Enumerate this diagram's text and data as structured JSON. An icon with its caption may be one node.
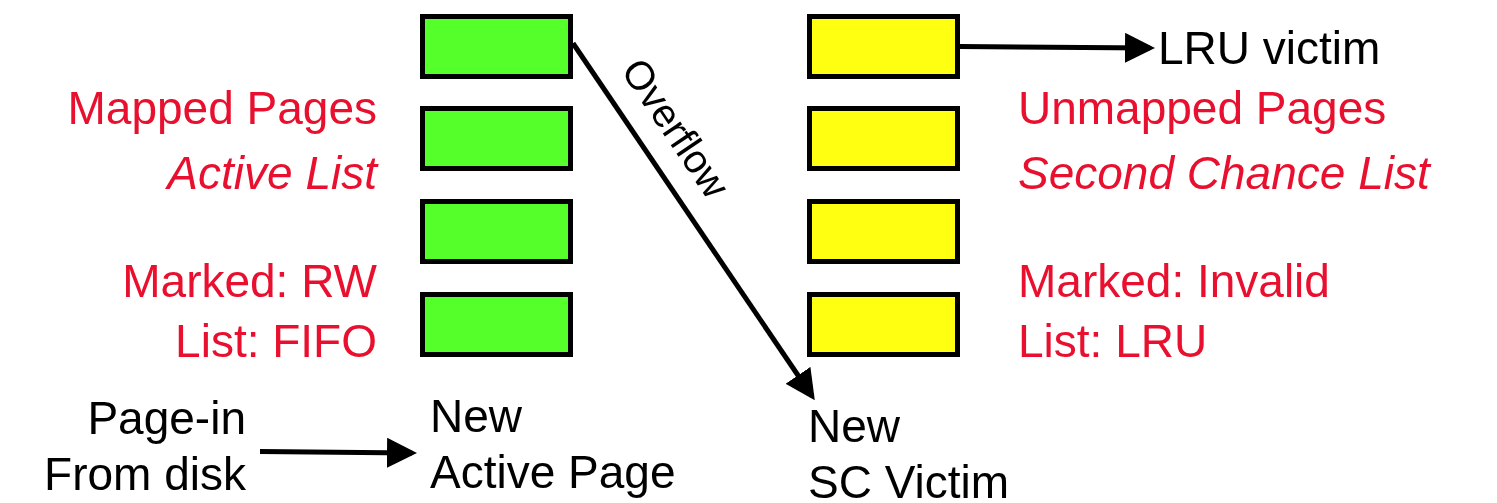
{
  "diagram": {
    "nodes": [
      {
        "text": [],
        "shape": "box"
      },
      {
        "text": [],
        "shape": "box"
      },
      {
        "text": [],
        "shape": "box"
      },
      {
        "text": [],
        "shape": "box"
      },
      {
        "text": [],
        "shape": "box"
      },
      {
        "text": [],
        "shape": "box"
      },
      {
        "text": [],
        "shape": "box"
      },
      {
        "text": [],
        "shape": "box"
      },
      {
        "text": [
          "LRU victim"
        ]
      },
      {
        "text": [
          "Page-in From disk"
        ]
      },
      {
        "text": [
          "New",
          "Active Page"
        ]
      },
      {
        "text": [
          "New",
          "SC Victim"
        ]
      }
    ],
    "edges": [
      {
        "from": 0,
        "to": 11,
        "label": "Overflow",
        "arrow": "to"
      },
      {
        "from": 4,
        "to": 8,
        "arrow": "to"
      },
      {
        "from": 9,
        "to": 10,
        "arrow": "to"
      }
    ],
    "labels": [
      "Mapped Pages",
      "Unmapped Pages",
      "Active List",
      "Second Chance List",
      "Marked: RW",
      "Marked: Invalid",
      "List: FIFO",
      "List: LRU"
    ]
  }
}
